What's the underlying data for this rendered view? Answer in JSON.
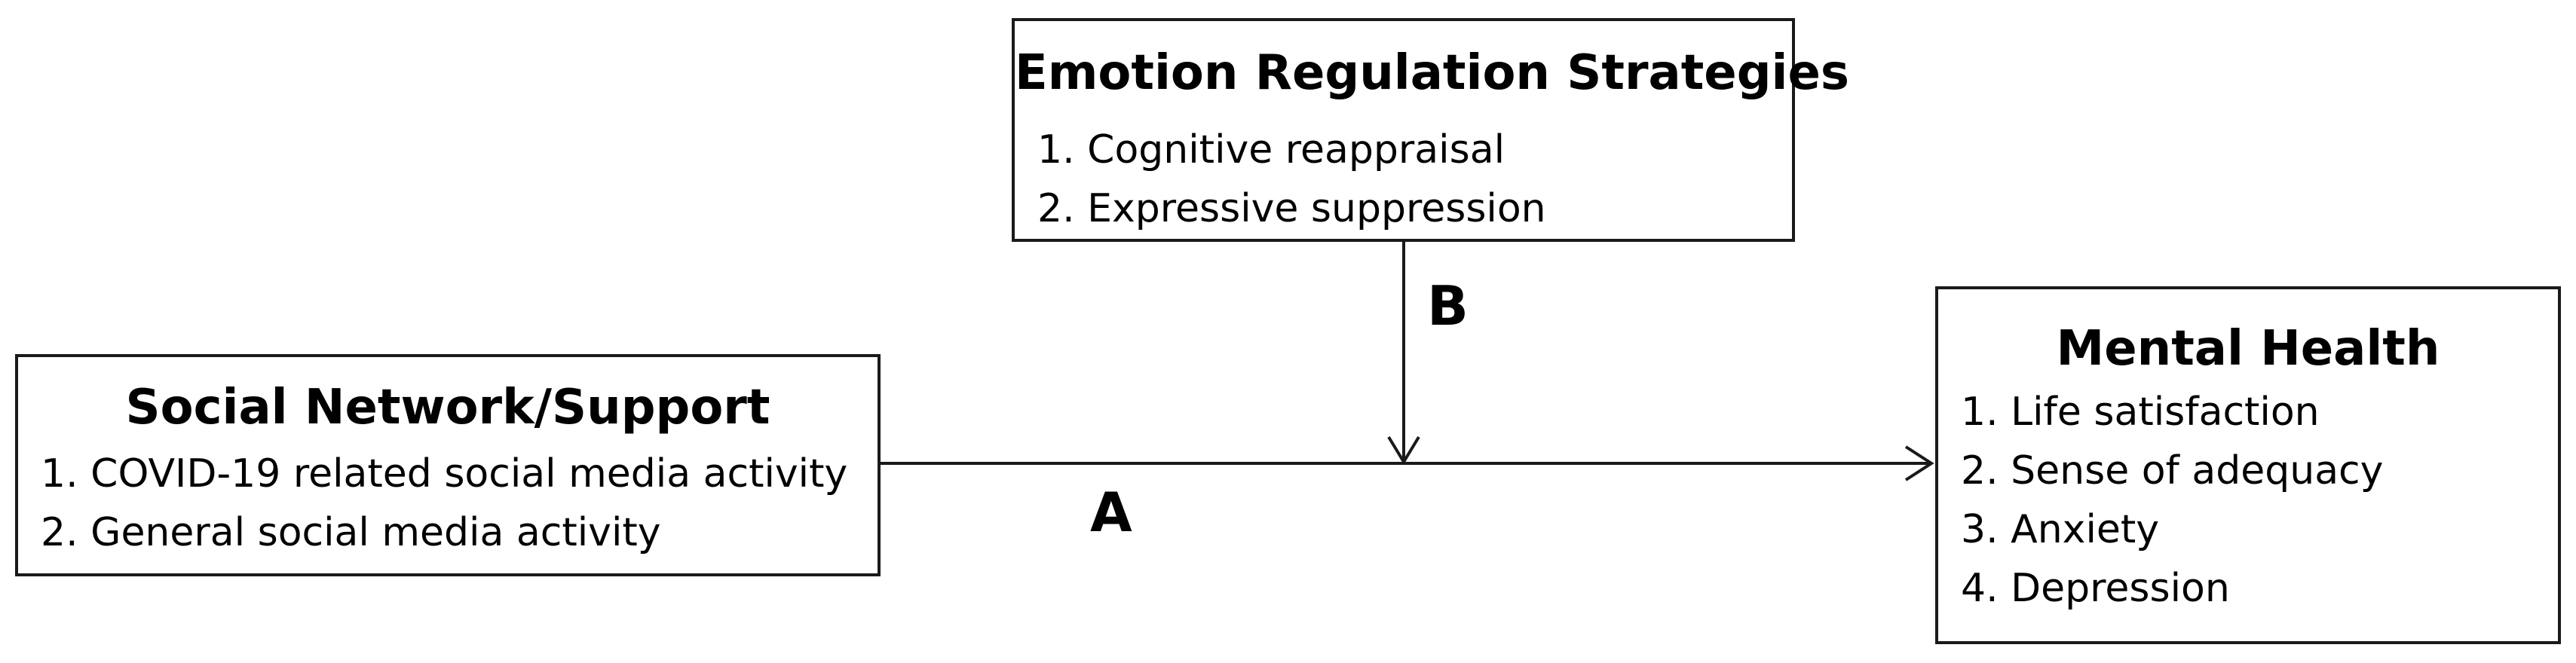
{
  "diagram": {
    "emotion_box": {
      "title": "Emotion Regulation Strategies",
      "items": [
        "1. Cognitive reappraisal",
        "2. Expressive suppression"
      ]
    },
    "social_box": {
      "title": "Social Network/Support",
      "items": [
        "1. COVID-19 related social media activity",
        "2. General social media activity"
      ]
    },
    "mental_box": {
      "title": "Mental Health",
      "items": [
        "1. Life satisfaction",
        "2. Sense of adequacy",
        "3. Anxiety",
        "4. Depression"
      ]
    },
    "path_labels": {
      "a": "A",
      "b": "B"
    },
    "colors": {
      "line": "#1a1a1a",
      "text": "#000000",
      "background": "#ffffff"
    }
  }
}
